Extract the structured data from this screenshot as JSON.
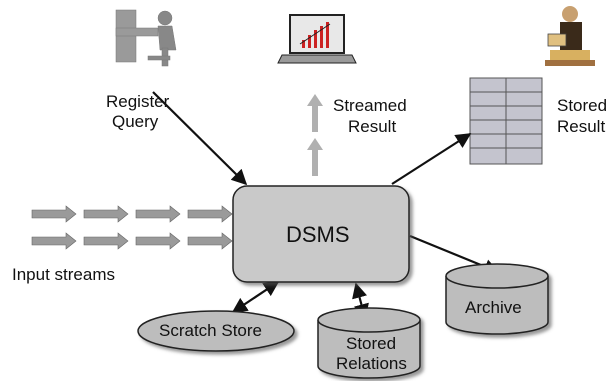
{
  "colors": {
    "dsms_fill": "#c9c9c9",
    "shape_fill": "#bdbdbd",
    "shape_stroke": "#222222",
    "arrow": "#111111",
    "gray_arrow": "#b0b0b0",
    "table_fill": "#c4c4ce",
    "laptop_screen": "#e8e8e8",
    "chart_bar": "#cc2222"
  },
  "labels": {
    "register": "Register",
    "query": "Query",
    "streamed": "Streamed",
    "result": "Result",
    "stored": "Stored",
    "stored_result": "Result",
    "input_streams": "Input streams",
    "dsms": "DSMS",
    "scratch_store": "Scratch Store",
    "stored_relations_line1": "Stored",
    "stored_relations_line2": "Relations",
    "archive": "Archive"
  },
  "icons": {
    "user_register": "person-at-computer-icon",
    "laptop": "laptop-with-chart-icon",
    "user_stored": "person-reading-icon"
  }
}
